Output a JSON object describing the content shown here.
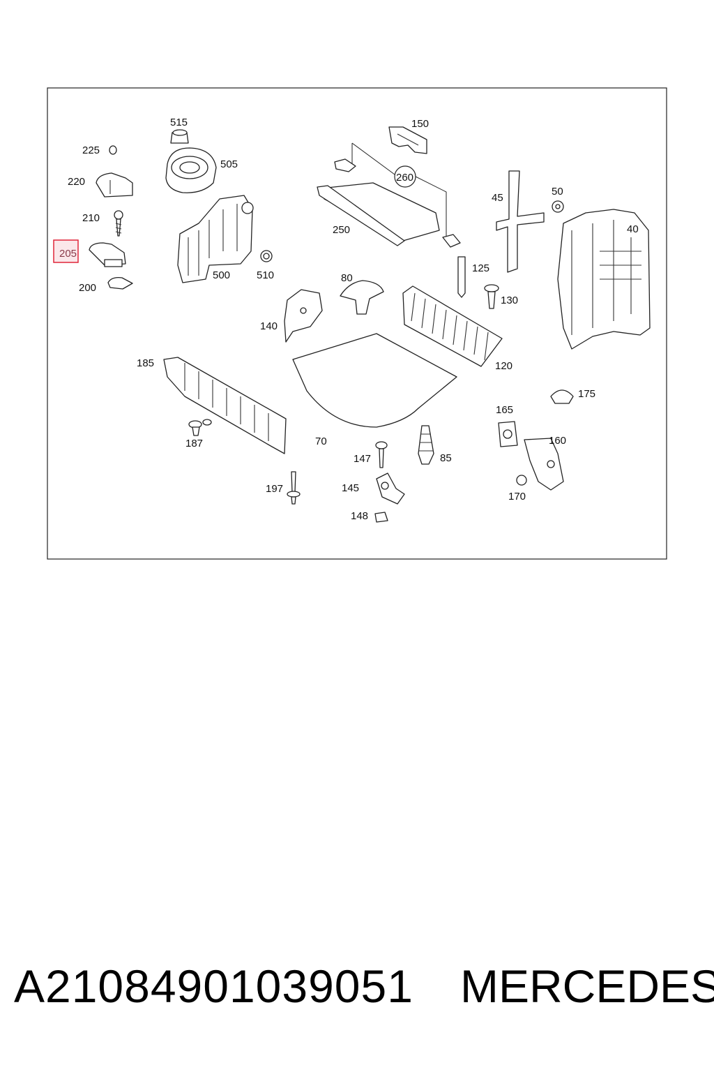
{
  "diagram": {
    "callouts": {
      "c515": "515",
      "c150": "150",
      "c225": "225",
      "c505": "505",
      "c260": "260",
      "c220": "220",
      "c45": "45",
      "c50": "50",
      "c210": "210",
      "c250": "250",
      "c40": "40",
      "c205": "205",
      "c500": "500",
      "c510": "510",
      "c125": "125",
      "c200": "200",
      "c80": "80",
      "c130": "130",
      "c140": "140",
      "c120": "120",
      "c185": "185",
      "c175": "175",
      "c165": "165",
      "c187": "187",
      "c70": "70",
      "c160": "160",
      "c147": "147",
      "c85": "85",
      "c197": "197",
      "c145": "145",
      "c170": "170",
      "c148": "148"
    },
    "highlighted_callout": "205",
    "highlight_color": "#e0263a"
  },
  "footer": {
    "part_number": "A2108490103905​1",
    "brand": "MERCEDES"
  }
}
